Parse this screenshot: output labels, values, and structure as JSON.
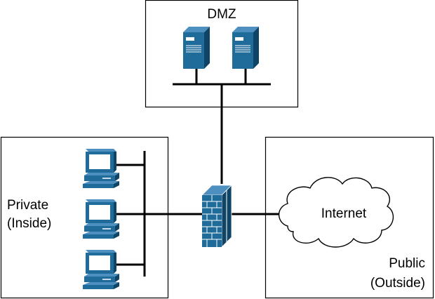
{
  "zones": {
    "dmz": {
      "label": "DMZ"
    },
    "private": {
      "line1": "Private",
      "line2": "(Inside)"
    },
    "public": {
      "line1": "Public",
      "line2": "(Outside)"
    }
  },
  "cloud": {
    "label": "Internet"
  },
  "colors": {
    "device_fill": "#1f6b9a",
    "device_dark": "#0f4466",
    "device_light": "#ffffff",
    "line": "#000000",
    "zone_border": "#000000"
  },
  "icons": {
    "server": "server-icon",
    "workstation": "workstation-icon",
    "firewall": "firewall-icon",
    "cloud": "cloud-icon"
  }
}
